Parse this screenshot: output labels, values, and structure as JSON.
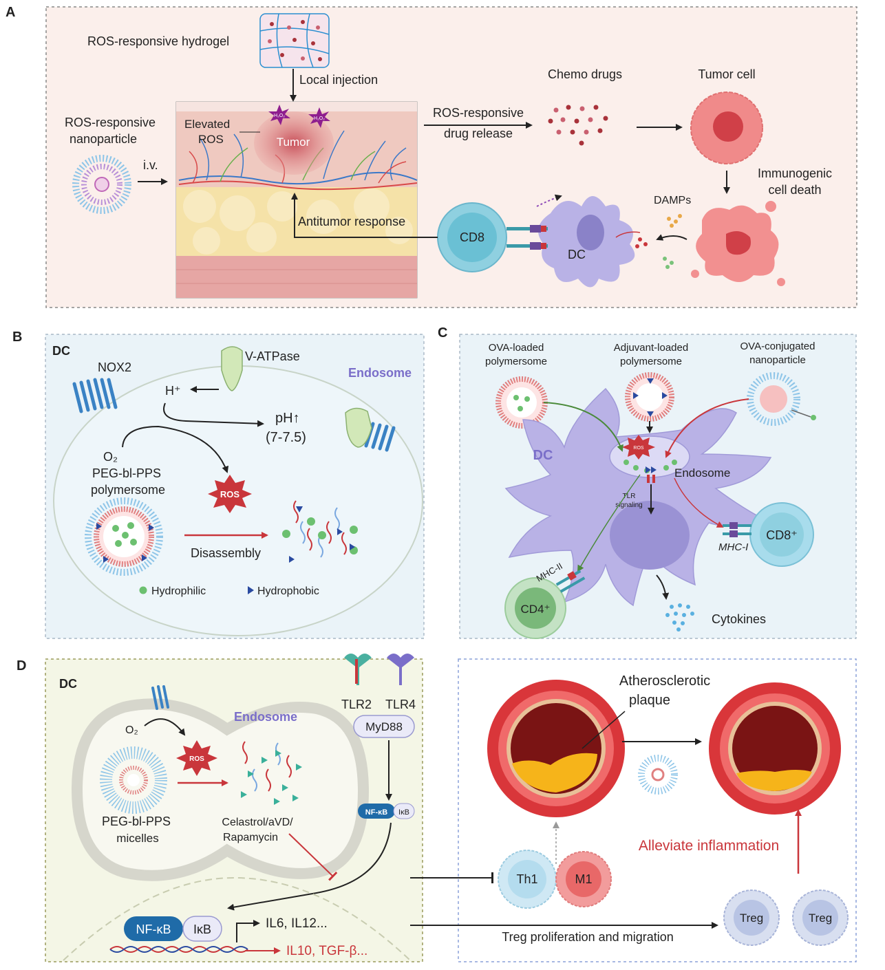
{
  "panel_a": {
    "letter": "A",
    "hydrogel": "ROS-responsive hydrogel",
    "local_injection": "Local injection",
    "nanoparticle_line1": "ROS-responsive",
    "nanoparticle_line2": "nanoparticle",
    "iv": "i.v.",
    "elevated_line1": "Elevated",
    "elevated_line2": "ROS",
    "h2o2": "H₂O₂",
    "tumor": "Tumor",
    "release_line1": "ROS-responsive",
    "release_line2": "drug release",
    "chemo": "Chemo drugs",
    "tumor_cell": "Tumor cell",
    "icd_line1": "Immunogenic",
    "icd_line2": "cell death",
    "damps": "DAMPs",
    "antitumor": "Antitumor response",
    "cd8": "CD8",
    "dc": "DC"
  },
  "panel_b": {
    "letter": "B",
    "dc": "DC",
    "nox2": "NOX2",
    "vatpase": "V-ATPase",
    "endosome": "Endosome",
    "hplus": "H⁺",
    "ph": "pH↑",
    "ph_range": "(7-7.5)",
    "o2": "O₂",
    "polymersome_line1": "PEG-bl-PPS",
    "polymersome_line2": "polymersome",
    "ros": "ROS",
    "disassembly": "Disassembly",
    "hydrophilic": "Hydrophilic",
    "hydrophobic": "Hydrophobic"
  },
  "panel_c": {
    "letter": "C",
    "ova_line1": "OVA-loaded",
    "ova_line2": "polymersome",
    "adj_line1": "Adjuvant-loaded",
    "adj_line2": "polymersome",
    "conj_line1": "OVA-conjugated",
    "conj_line2": "nanoparticle",
    "dc": "DC",
    "ros": "ROS",
    "endosome": "Endosome",
    "tlr_line1": "TLR",
    "tlr_line2": "signaling",
    "cd8": "CD8⁺",
    "mhc1": "MHC-I",
    "mhc2": "MHC-II",
    "cd4": "CD4⁺",
    "cytokines": "Cytokines"
  },
  "panel_d": {
    "letter": "D",
    "dc": "DC",
    "endosome": "Endosome",
    "o2": "O₂",
    "ros": "ROS",
    "micelles_line1": "PEG-bl-PPS",
    "micelles_line2": "micelles",
    "drugs_line1": "Celastrol/aVD/",
    "drugs_line2": "Rapamycin",
    "tlr2": "TLR2",
    "tlr4": "TLR4",
    "myd88": "MyD88",
    "nfkb_small": "NF-κB",
    "ikb_small": "IκB",
    "nfkb": "NF-κB",
    "ikb": "IκB",
    "genes1": "IL6, IL12...",
    "genes2": "IL10, TGF-β...",
    "plaque_line1": "Atherosclerotic",
    "plaque_line2": "plaque",
    "th1": "Th1",
    "m1": "M1",
    "alleviate": "Alleviate inflammation",
    "treg": "Treg",
    "treg_prolif": "Treg proliferation and migration"
  },
  "colors": {
    "panel_a_bg": "#fbefeb",
    "panel_b_bg": "#eaf3f8",
    "panel_d_bg": "#f4f6e6",
    "dc_purple": "#b9b2e6",
    "endosome_label": "#7a6ec9",
    "ros_red": "#c9363b",
    "inflammation_red": "#c9363b",
    "cd8_teal": "#8fd0e0",
    "cd4_green": "#9ccc9c",
    "vessel_red": "#d9363a"
  }
}
